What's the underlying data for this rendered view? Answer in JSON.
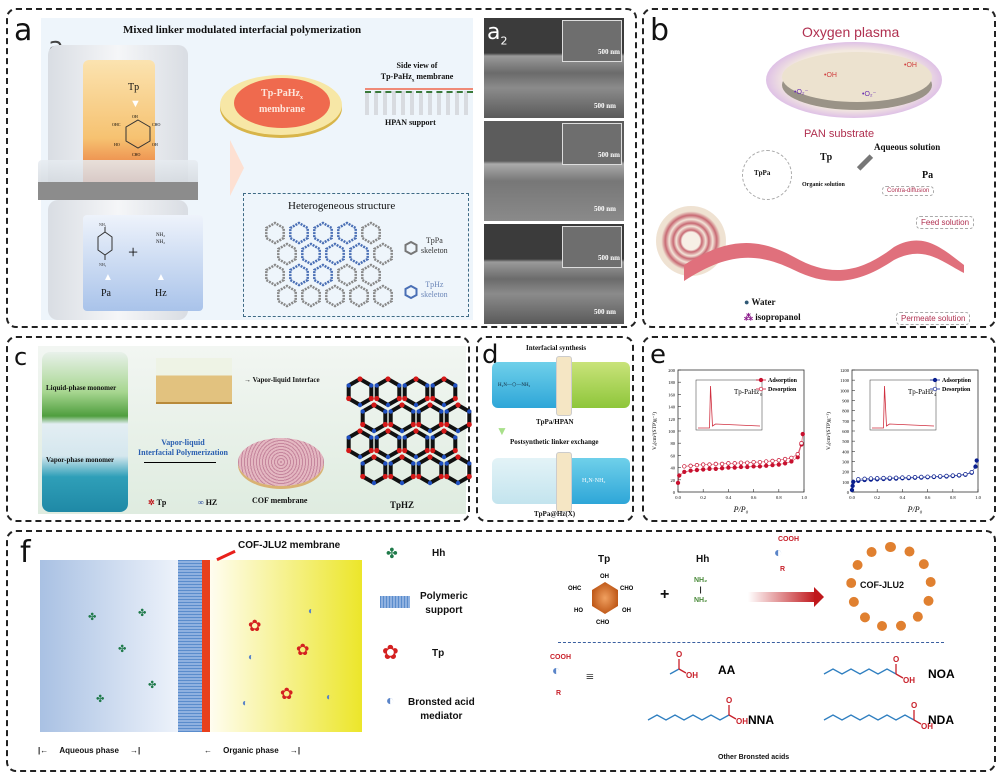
{
  "figure": {
    "panel_a": {
      "label": "a",
      "sub_label_1": "a",
      "sub_label_1_sub": "1",
      "sub_label_2": "a",
      "sub_label_2_sub": "2",
      "title": "Mixed linker modulated interfacial polymerization",
      "tp_label": "Tp",
      "pa_label": "Pa",
      "hz_label": "Hz",
      "plus": "+",
      "molecule_groups": {
        "cho": "CHO",
        "ohc": "OHC",
        "oh": "OH",
        "ho": "HO"
      },
      "amine_top": "NH₂",
      "amine_bottom": "NH₂",
      "hz_top": "NH₂",
      "hz_bottom": "NH₂",
      "membrane_line1": "Tp-PaHz",
      "membrane_sub": "x",
      "membrane_line2": "membrane",
      "side_view_line1": "Side view of",
      "side_view_line2": "Tp-PaHz",
      "side_view_sub": "x",
      "side_view_line2_tail": " membrane",
      "hpan_support": "HPAN support",
      "hetero_title": "Heterogeneous structure",
      "legend_tppa_1": "TpPa",
      "legend_tppa_2": "skeleton",
      "legend_tphz_1": "TpHz",
      "legend_tphz_2": "skeleton",
      "sem_scale": "500 nm",
      "colors": {
        "tp_phase": "#f3b04a",
        "aqueous_phase": "#a9c3ea",
        "membrane": "#ef6a4e",
        "tppa": "#888888",
        "tphz": "#4a6fb5"
      }
    },
    "panel_b": {
      "label": "b",
      "oxygen_plasma": "Oxygen plasma",
      "radical_o2": "•O₂⁻",
      "radical_oh": "•OH",
      "pan_substrate": "PAN substrate",
      "aqueous_solution": "Aqueous solution",
      "tp": "Tp",
      "pa": "Pa",
      "organic_solution": "Organic solution",
      "contra_diffusion": "Contra-diffusion",
      "tppa": "TpPa",
      "feed_solution": "Feed solution",
      "permeate_solution": "Permeate solution",
      "water": "Water",
      "isopropanol": "isopropanol",
      "colors": {
        "accent": "#b03050",
        "membrane": "#e0707c"
      }
    },
    "panel_c": {
      "label": "c",
      "liquid_phase": "Liquid-phase monomer",
      "vapor_phase": "Vapor-phase monomer",
      "vapor_liquid_interface": "Vapor-liquid Interface",
      "process_line1": "Vapor-liquid",
      "process_line2": "Interfacial Polymerization",
      "cof_membrane": "COF membrane",
      "tphz": "TpHZ",
      "legend_tp": "Tp",
      "legend_hz": "HZ",
      "colors": {
        "process": "#2a5fb0",
        "liquid": "#79c272",
        "vapor_liquid": "#2fa0b8"
      }
    },
    "panel_d": {
      "label": "d",
      "interfacial_synthesis": "Interfacial synthesis",
      "pa_formula": "H₂N—⬡—NH₂",
      "tppa_hpan": "TpPa/HPAN",
      "postsynthetic": "Postsynthetic linker exchange",
      "hz_formula": "H₂N·NH₂",
      "tppa_hz": "TpPa@Hz(X)"
    },
    "panel_e": {
      "label": "e"
    },
    "panel_f": {
      "label": "f",
      "cof_membrane": "COF-JLU2 membrane",
      "aqueous_phase": "Aqueous phase",
      "organic_phase": "Organic phase",
      "legend": [
        {
          "icon": "hh-molecule-icon",
          "label": "Hh"
        },
        {
          "icon": "polymeric-support-icon",
          "label": "Polymeric support"
        },
        {
          "icon": "tp-molecule-icon",
          "label": "Tp"
        },
        {
          "icon": "bronsted-acid-icon",
          "label": "Bronsted acid mediator"
        }
      ],
      "legend_poly_1": "Polymeric",
      "legend_poly_2": "support",
      "legend_acid_1": "Bronsted acid",
      "legend_acid_2": "mediator",
      "reaction_tp": "Tp",
      "reaction_hh": "Hh",
      "plus": "+",
      "cooh": "COOH",
      "r": "R",
      "nh2": "NH₂",
      "product": "COF-JLU2",
      "equiv": "≡",
      "acids": [
        {
          "name": "AA",
          "carbons": 2
        },
        {
          "name": "NOA",
          "carbons": 9
        },
        {
          "name": "NNA",
          "carbons": 10
        },
        {
          "name": "NDA",
          "carbons": 11
        }
      ],
      "oh": "OH",
      "o": "O",
      "other_acids": "Other Bronsted acids",
      "colors": {
        "acid_chain": "#2f7fc0",
        "acid_group": "#c8202a",
        "arrow": "#c0181c",
        "hh_green": "#4a8a3a"
      }
    }
  },
  "chart_data": [
    {
      "type": "scatter",
      "title": "Tp-PaHz₀",
      "title_main": "Tp-PaHz",
      "title_sub": "0",
      "xlabel": "P/P₀",
      "ylabel": "Vₐ(cm³(STP)g⁻¹)",
      "xlim": [
        0,
        1.0
      ],
      "ylim": [
        0,
        200
      ],
      "xticks": [
        "0.0",
        "0.2",
        "0.4",
        "0.6",
        "0.8",
        "1.0"
      ],
      "yticks": [
        "0",
        "20",
        "40",
        "60",
        "80",
        "100",
        "120",
        "140",
        "160",
        "180",
        "200"
      ],
      "legend_position": "top-right",
      "series": [
        {
          "name": "Adsorption",
          "color": "#c8102e",
          "filled": true,
          "x": [
            0.0,
            0.01,
            0.05,
            0.1,
            0.15,
            0.2,
            0.25,
            0.3,
            0.35,
            0.4,
            0.45,
            0.5,
            0.55,
            0.6,
            0.65,
            0.7,
            0.75,
            0.8,
            0.85,
            0.9,
            0.95,
            0.98,
            0.99
          ],
          "y": [
            15,
            27,
            33,
            35,
            36,
            37,
            38,
            38,
            39,
            40,
            40,
            41,
            41,
            42,
            42,
            43,
            44,
            45,
            47,
            50,
            57,
            78,
            95
          ]
        },
        {
          "name": "Desorption",
          "color": "#c8102e",
          "filled": false,
          "x": [
            0.05,
            0.1,
            0.15,
            0.2,
            0.25,
            0.3,
            0.35,
            0.4,
            0.45,
            0.5,
            0.55,
            0.6,
            0.65,
            0.7,
            0.75,
            0.8,
            0.85,
            0.9,
            0.95,
            0.98
          ],
          "y": [
            42,
            43,
            44,
            45,
            45,
            46,
            46,
            47,
            47,
            48,
            48,
            49,
            49,
            50,
            51,
            52,
            54,
            56,
            62,
            80
          ]
        }
      ],
      "inset": {
        "type": "line",
        "description": "pore size distribution",
        "peak_x_fraction": 0.25
      }
    },
    {
      "type": "scatter",
      "title": "Tp-PaHz₄",
      "title_main": "Tp-PaHz",
      "title_sub": "4",
      "xlabel": "P/P₀",
      "ylabel": "Vₐ(cm³(STP)g⁻¹)",
      "xlim": [
        0,
        1.0
      ],
      "ylim": [
        0,
        1200
      ],
      "xticks": [
        "0.0",
        "0.2",
        "0.4",
        "0.6",
        "0.8",
        "1.0"
      ],
      "yticks": [
        "0",
        "100",
        "200",
        "300",
        "400",
        "500",
        "600",
        "700",
        "800",
        "900",
        "1000",
        "1100",
        "1200"
      ],
      "legend_position": "top-right",
      "series": [
        {
          "name": "Adsorption",
          "color": "#0a1f8f",
          "filled": true,
          "x": [
            0.0,
            0.005,
            0.01,
            0.05,
            0.1,
            0.15,
            0.2,
            0.25,
            0.3,
            0.35,
            0.4,
            0.45,
            0.5,
            0.55,
            0.6,
            0.65,
            0.7,
            0.75,
            0.8,
            0.85,
            0.9,
            0.95,
            0.98,
            0.99
          ],
          "y": [
            20,
            60,
            100,
            110,
            118,
            122,
            125,
            128,
            130,
            132,
            135,
            137,
            140,
            142,
            145,
            148,
            150,
            153,
            157,
            162,
            170,
            190,
            250,
            310
          ]
        },
        {
          "name": "Desorption",
          "color": "#0a1f8f",
          "filled": false,
          "x": [
            0.05,
            0.1,
            0.15,
            0.2,
            0.25,
            0.3,
            0.35,
            0.4,
            0.45,
            0.5,
            0.55,
            0.6,
            0.65,
            0.7,
            0.75,
            0.8,
            0.85,
            0.9,
            0.95
          ],
          "y": [
            125,
            130,
            133,
            135,
            137,
            139,
            140,
            142,
            144,
            146,
            148,
            150,
            152,
            155,
            158,
            162,
            167,
            175,
            195
          ]
        }
      ],
      "inset": {
        "type": "line",
        "description": "pore size distribution",
        "peak_x_fraction": 0.25
      }
    }
  ]
}
